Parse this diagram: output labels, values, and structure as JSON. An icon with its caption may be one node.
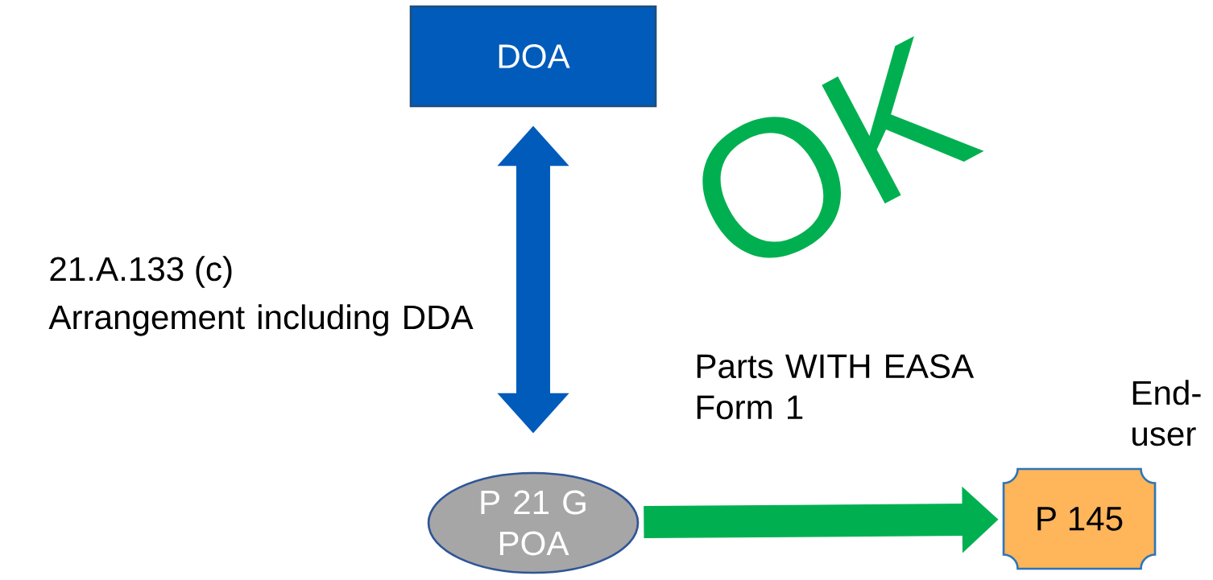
{
  "diagram": {
    "nodes": [
      {
        "text": [
          "DOA"
        ]
      },
      {
        "text": [
          "P 21 G POA"
        ]
      },
      {
        "text": [
          "P 145"
        ],
        "beside": [
          "End-user"
        ]
      }
    ],
    "edges": [
      {
        "from": 0,
        "to": 1,
        "arrow": "both",
        "label": "Arrangement including DDA",
        "color": "#005bbb"
      },
      {
        "from": 1,
        "to": 2,
        "arrow": "to",
        "label": "Parts WITH EASA Form 1",
        "color": "#00b050"
      }
    ],
    "labels": [
      "21.A.133 (c)",
      "OK"
    ]
  }
}
